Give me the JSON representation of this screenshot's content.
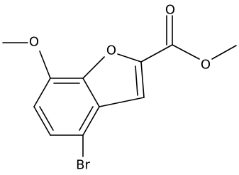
{
  "structure": {
    "atoms": {
      "furan_oxygen": "O",
      "carbonyl_oxygen": "O",
      "ester_oxygen": "O",
      "methoxy_oxygen": "O",
      "bromine": "Br"
    },
    "colors": {
      "bond": "#000000",
      "label": "#000000",
      "background": "#ffffff"
    }
  }
}
